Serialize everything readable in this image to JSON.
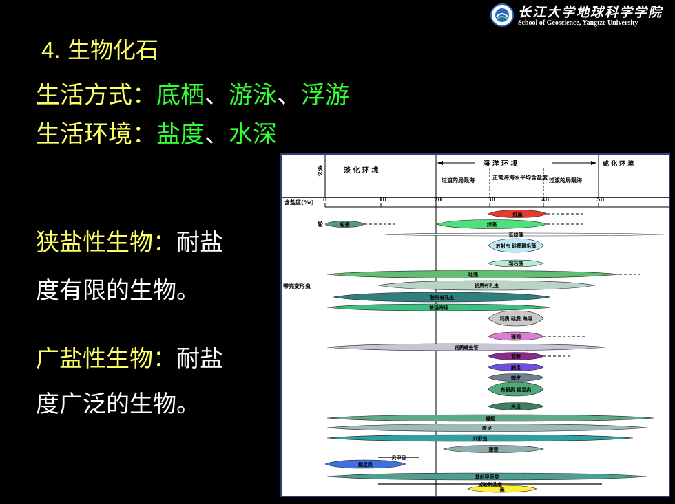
{
  "header": {
    "logo_cn": "长江大学地球科学学院",
    "logo_en": "School of Geoscience, Yangtze University"
  },
  "slide": {
    "title_num": "4.",
    "title_text": "生物化石",
    "line1_label": "生活方式：",
    "line1_v1": "底栖",
    "line1_v2": "游泳",
    "line1_v3": "浮游",
    "sep": "、",
    "line2_label": "生活环境：",
    "line2_v1": "盐度",
    "line2_v2": "水深",
    "narrow_label": "狭盐性生物：",
    "narrow_text_a": "耐盐",
    "narrow_text_b": "度有限的生物。",
    "wide_label": "广盐性生物：",
    "wide_text_a": "耐盐",
    "wide_text_b": "度广泛的生物。"
  },
  "diagram": {
    "header_fresh": "淡水",
    "header_brackish": "淡 化 环 境",
    "header_marine": "海 洋 环 境",
    "header_saline": "咸 化 环 境",
    "sub_transition_low": "过渡的局限海",
    "sub_normal": "正常海海水平均含盐度",
    "sub_transition_high": "过渡的局限海",
    "axis_label": "含盐度(‰)",
    "ticks": [
      "0",
      "10",
      "20",
      "30",
      "40",
      "50"
    ],
    "rows": [
      {
        "label": "轮藻",
        "color": "#5a9a78"
      },
      {
        "label": "红藻",
        "color": "#e63b2a"
      },
      {
        "label": "绿藻",
        "color": "#4ee07a"
      },
      {
        "label": "蓝绿藻",
        "color": "#ffffff"
      },
      {
        "label": "放射虫 硅质鞭毛藻",
        "color": "#bfe8f5"
      },
      {
        "label": "颗石藻",
        "color": "#b8ead8"
      },
      {
        "label": "硅藻",
        "color": "#62bf72"
      },
      {
        "label": "钙质有孔虫",
        "color": "#b9d3c6"
      },
      {
        "label": "胶结有孔虫",
        "color": "#2f7f7f"
      },
      {
        "label": "普通海绵",
        "color": "#3dbf7f"
      },
      {
        "label": "钙质 硅质 海绵",
        "color": "#c9c9c9"
      },
      {
        "label": "珊瑚",
        "color": "#d77fd0"
      },
      {
        "label": "钙质蠕虫管",
        "color": "#c8c4d6"
      },
      {
        "label": "苔藓",
        "color": "#8a2a8a"
      },
      {
        "label": "腕足",
        "color": "#6f4fd9"
      },
      {
        "label": "棘皮",
        "color": "#6f7f90"
      },
      {
        "label": "有板类 掘足类",
        "color": "#4fa97a"
      },
      {
        "label": "头足",
        "color": "#3f7f5f"
      },
      {
        "label": "瓣鳃",
        "color": "#5fa88a"
      },
      {
        "label": "腹足",
        "color": "#9fb9b9"
      },
      {
        "label": "介形虫",
        "color": "#2f9f9f"
      },
      {
        "label": "藤壶",
        "color": "#8fafaf"
      },
      {
        "label": "贝甲目",
        "color": "#ffffff"
      },
      {
        "label": "鳃足类",
        "color": "#3f6fe0"
      },
      {
        "label": "其他甲壳类",
        "color": "#4f9f8f"
      },
      {
        "label": "试验耐盐度",
        "color": "#ffffff"
      },
      {
        "label": "藻",
        "color": "#ffee33"
      }
    ],
    "side_label_rotifer": "轮",
    "side_label_foram": "带壳变形虫"
  }
}
